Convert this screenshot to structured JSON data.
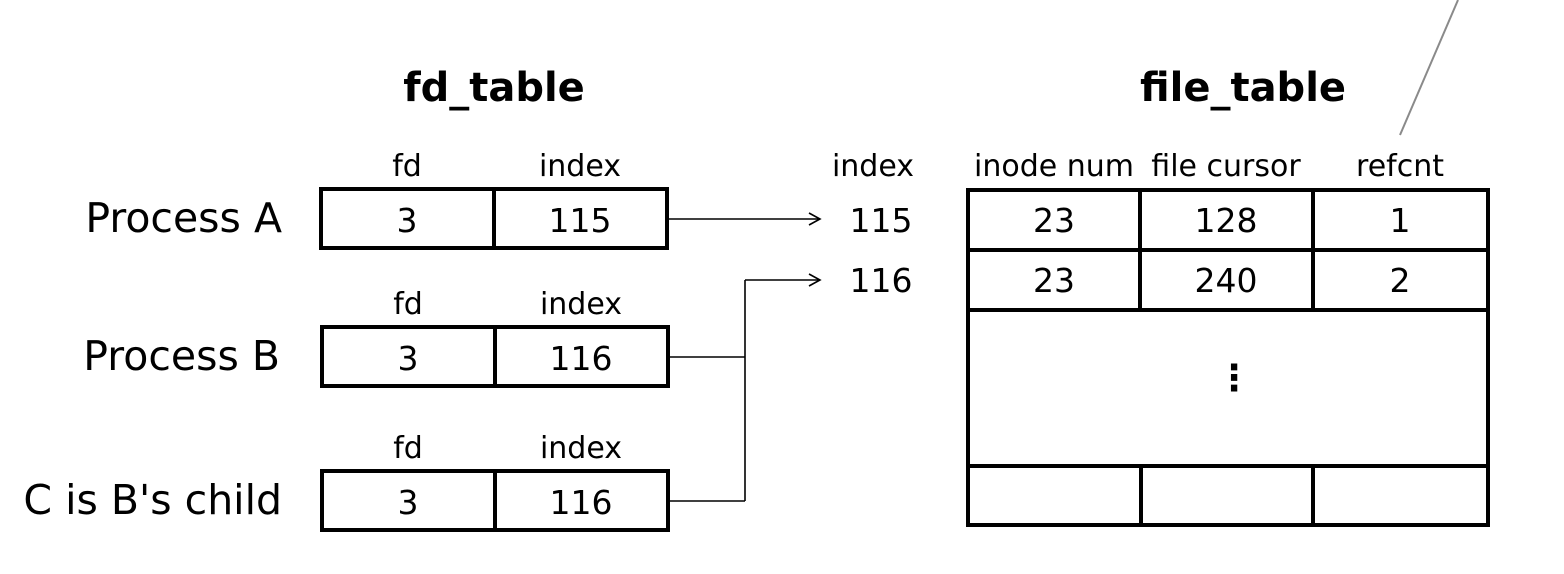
{
  "fd_table": {
    "title": "fd_table",
    "rows": [
      {
        "process": "Process A",
        "fd_header": "fd",
        "index_header": "index",
        "fd": "3",
        "index": "115"
      },
      {
        "process": "Process B",
        "fd_header": "fd",
        "index_header": "index",
        "fd": "3",
        "index": "116"
      },
      {
        "process": "C is B's child",
        "fd_header": "fd",
        "index_header": "index",
        "fd": "3",
        "index": "116"
      }
    ]
  },
  "file_table": {
    "title": "file_table",
    "index_header": "index",
    "headers": [
      "inode num",
      "file cursor",
      "refcnt"
    ],
    "rows": [
      {
        "index": "115",
        "inode": "23",
        "cursor": "128",
        "refcnt": "1"
      },
      {
        "index": "116",
        "inode": "23",
        "cursor": "240",
        "refcnt": "2"
      }
    ],
    "ellipsis": "⋮"
  }
}
